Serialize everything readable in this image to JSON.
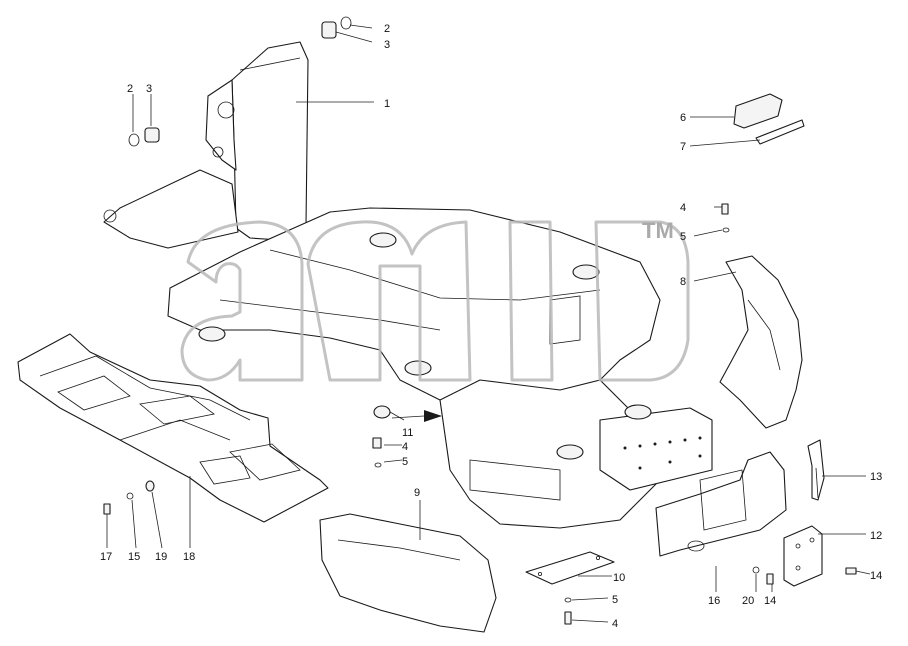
{
  "watermark": {
    "text": "ahid",
    "tm": "TM"
  },
  "callouts": [
    {
      "id": "c1",
      "label": "1"
    },
    {
      "id": "c2a",
      "label": "2"
    },
    {
      "id": "c3a",
      "label": "3"
    },
    {
      "id": "c2b",
      "label": "2"
    },
    {
      "id": "c3b",
      "label": "3"
    },
    {
      "id": "c4a",
      "label": "4"
    },
    {
      "id": "c5a",
      "label": "5"
    },
    {
      "id": "c6",
      "label": "6"
    },
    {
      "id": "c7",
      "label": "7"
    },
    {
      "id": "c8",
      "label": "8"
    },
    {
      "id": "c9",
      "label": "9"
    },
    {
      "id": "c10",
      "label": "10"
    },
    {
      "id": "c11",
      "label": "11"
    },
    {
      "id": "c4b",
      "label": "4"
    },
    {
      "id": "c5b",
      "label": "5"
    },
    {
      "id": "c12",
      "label": "12"
    },
    {
      "id": "c13",
      "label": "13"
    },
    {
      "id": "c14a",
      "label": "14"
    },
    {
      "id": "c14b",
      "label": "14"
    },
    {
      "id": "c5c",
      "label": "5"
    },
    {
      "id": "c4c",
      "label": "4"
    },
    {
      "id": "c16",
      "label": "16"
    },
    {
      "id": "c20",
      "label": "20"
    },
    {
      "id": "c17",
      "label": "17"
    },
    {
      "id": "c15",
      "label": "15"
    },
    {
      "id": "c19",
      "label": "19"
    },
    {
      "id": "c18",
      "label": "18"
    }
  ]
}
